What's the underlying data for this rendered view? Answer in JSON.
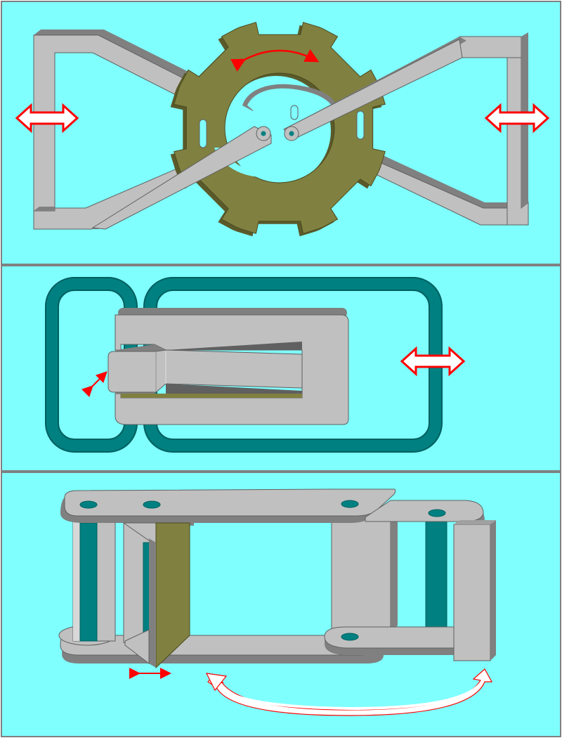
{
  "panels": [
    {
      "mechanism": "sprocket-with-toggle-linkage",
      "arrows": [
        "double-arrow",
        "curved-double-arrow",
        "double-arrow"
      ]
    },
    {
      "mechanism": "slotted-plate-in-ring-frame",
      "arrows": [
        "small-diagonal-double-arrow",
        "double-arrow"
      ]
    },
    {
      "mechanism": "chain-link-with-slide-block",
      "arrows": [
        "small-double-arrow",
        "curved-return-arrow"
      ]
    }
  ],
  "colors": {
    "background": "#80ffff",
    "border": "#808080",
    "part_light": "#c0c0c0",
    "part_dark": "#808080",
    "sprocket": "#808040",
    "ring": "#008080",
    "arrow": "#ff0000"
  }
}
